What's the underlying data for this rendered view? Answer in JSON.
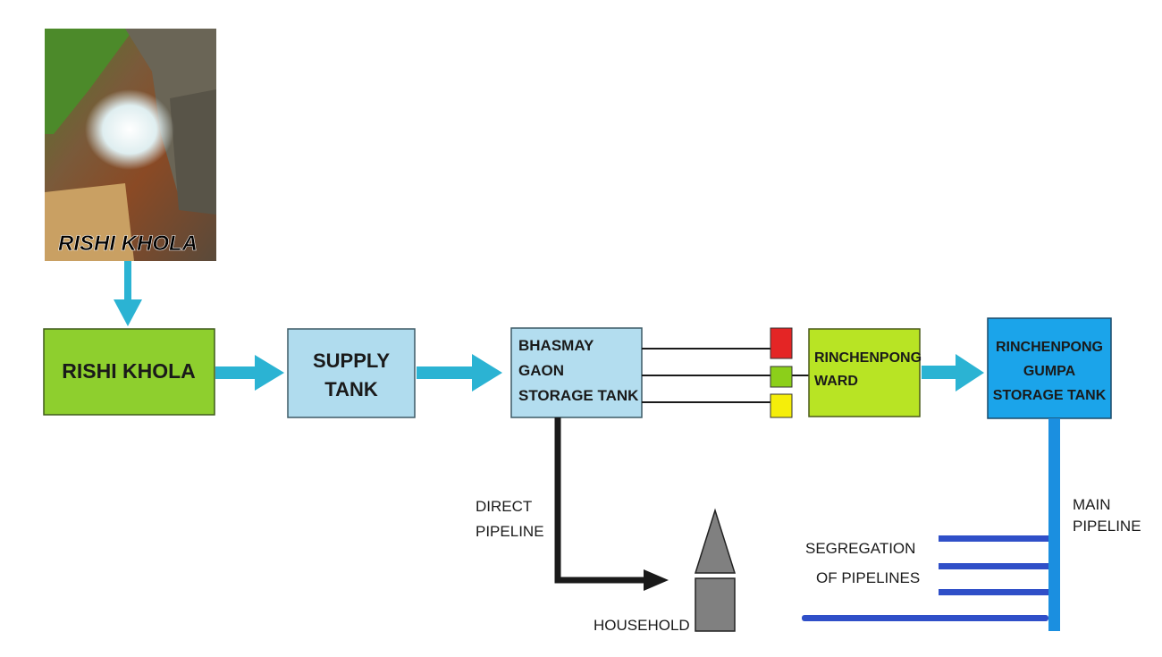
{
  "photo": {
    "caption": "RISHI KHOLA"
  },
  "nodes": {
    "source": {
      "label": "RISHI KHOLA",
      "color": "#8ecf2e"
    },
    "supply_tank": {
      "line1": "SUPPLY",
      "line2": "TANK",
      "color": "#b0dcee"
    },
    "bhasmay": {
      "line1": "BHASMAY",
      "line2": "GAON",
      "line3": "STORAGE TANK",
      "color": "#b3ddef"
    },
    "ward": {
      "line1": "RINCHENPONG",
      "line2": "WARD",
      "color": "#b8e424"
    },
    "gumpa": {
      "line1": "RINCHENPONG",
      "line2": "GUMPA",
      "line3": "STORAGE TANK",
      "color": "#1ba4ea"
    }
  },
  "valves": {
    "colors": [
      "#e42525",
      "#8ccf1a",
      "#f5ee0a"
    ]
  },
  "labels": {
    "direct_pipeline_1": "DIRECT",
    "direct_pipeline_2": "PIPELINE",
    "household": "HOUSEHOLD",
    "segregation_1": "SEGREGATION",
    "segregation_2": "OF PIPELINES",
    "main_pipeline_1": "MAIN",
    "main_pipeline_2": "PIPELINE"
  },
  "colors": {
    "flow_arrow": "#2bb3d3",
    "main_pipeline": "#1b8fe0",
    "branch_pipeline": "#2f4fc8",
    "direct_pipe": "#1a1a1a",
    "household": "#808080"
  }
}
